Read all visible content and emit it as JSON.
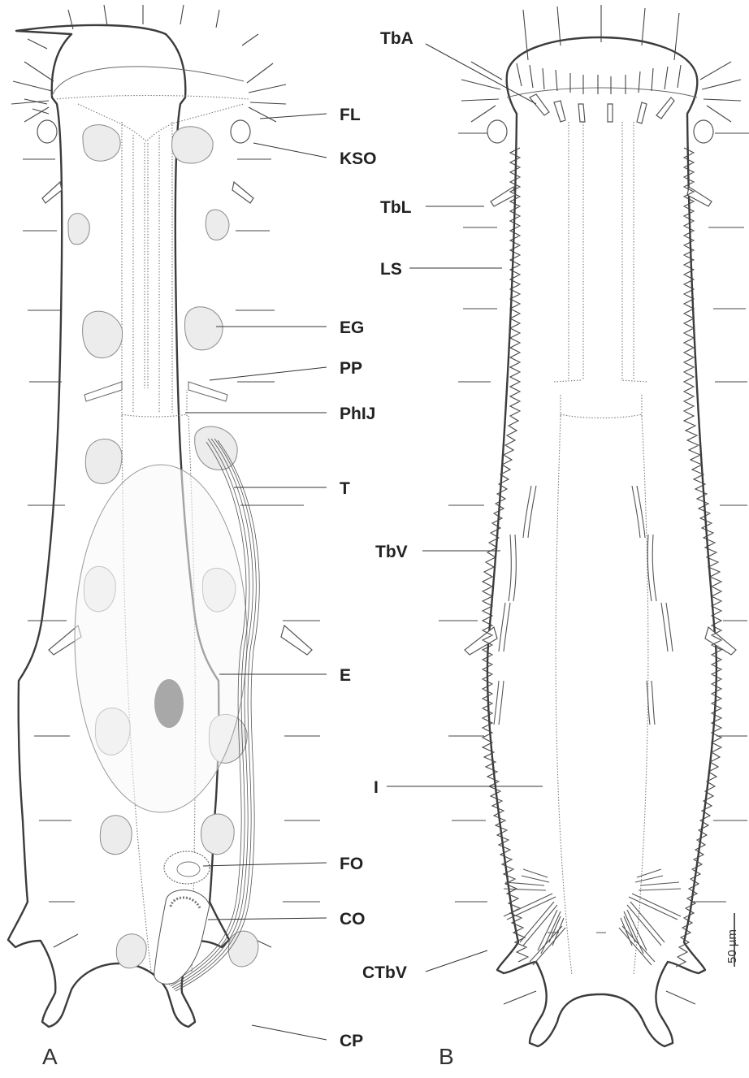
{
  "figure": {
    "panels": [
      "A",
      "B"
    ],
    "scale_bar": "50 µm",
    "colors": {
      "outline": "#3c3c3c",
      "gland_fill": "#ececec",
      "egg_fill": "#f6f6f6",
      "nucleus": "#a8a8a8"
    },
    "labels_a": [
      {
        "id": "fl",
        "text": "FL"
      },
      {
        "id": "kso",
        "text": "KSO"
      },
      {
        "id": "eg",
        "text": "EG"
      },
      {
        "id": "pp",
        "text": "PP"
      },
      {
        "id": "phij",
        "text": "PhIJ"
      },
      {
        "id": "t",
        "text": "T"
      },
      {
        "id": "e",
        "text": "E"
      },
      {
        "id": "fo",
        "text": "FO"
      },
      {
        "id": "co",
        "text": "CO"
      },
      {
        "id": "cp",
        "text": "CP"
      }
    ],
    "labels_b": [
      {
        "id": "tba",
        "text": "TbA"
      },
      {
        "id": "tbl",
        "text": "TbL"
      },
      {
        "id": "ls",
        "text": "LS"
      },
      {
        "id": "tbv",
        "text": "TbV"
      },
      {
        "id": "i",
        "text": "I"
      },
      {
        "id": "ctbv",
        "text": "CTbV"
      }
    ]
  }
}
